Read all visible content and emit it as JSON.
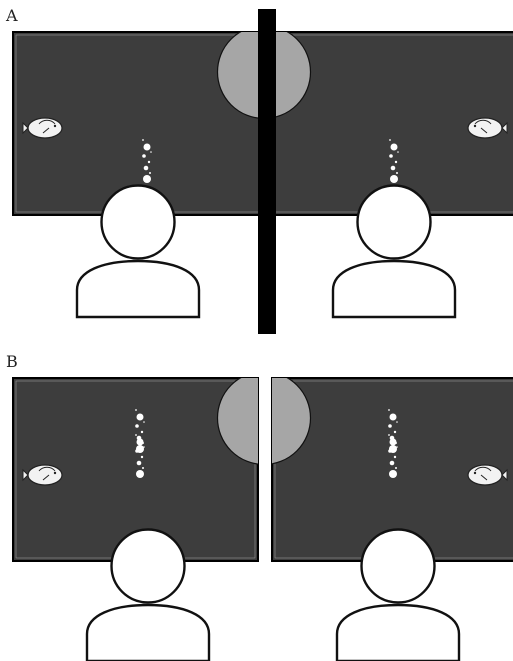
{
  "panels": [
    {
      "label": "A",
      "description_kind": "barrier"
    },
    {
      "label": "B",
      "description_kind": "gap"
    }
  ],
  "colors": {
    "screen": "#3d3d3d",
    "screen_border": "#000000",
    "circle": "#a6a6a6",
    "barrier": "#000000",
    "person_fill": "#ffffff",
    "person_stroke": "#111111",
    "fish_fill": "#f2f2f2",
    "bubble": "#ffffff"
  },
  "icons": [
    "fish-icon",
    "bubble-stream-icon",
    "person-icon",
    "occluder-disc",
    "barrier-bar"
  ]
}
